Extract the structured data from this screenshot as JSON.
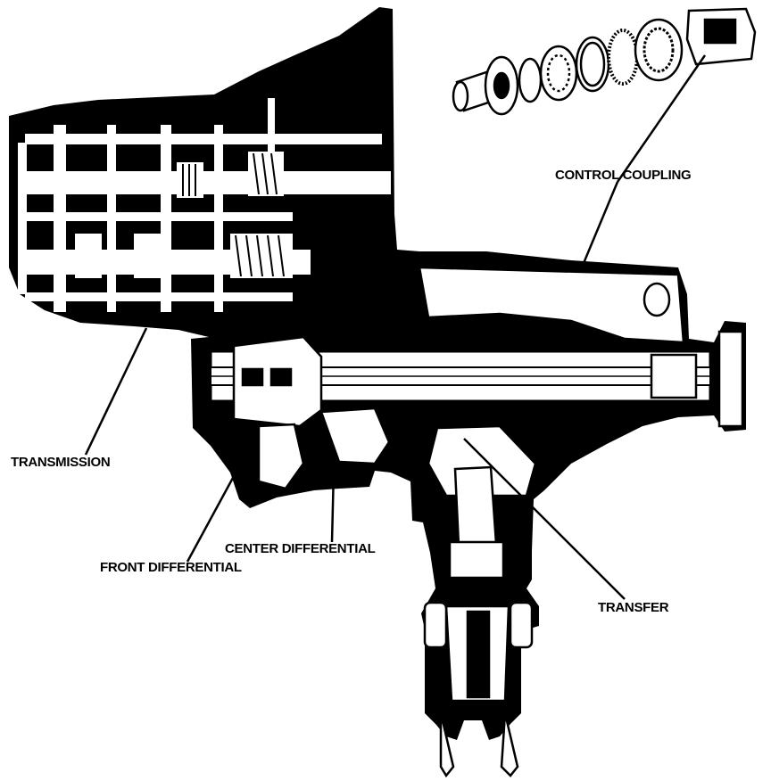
{
  "labels": {
    "control_coupling": "CONTROL COUPLING",
    "transmission": "TRANSMISSION",
    "center_differential": "CENTER DIFFERENTIAL",
    "front_differential": "FRONT DIFFERENTIAL",
    "transfer": "TRANSFER"
  },
  "colors": {
    "ink": "#000000",
    "paper": "#ffffff"
  }
}
